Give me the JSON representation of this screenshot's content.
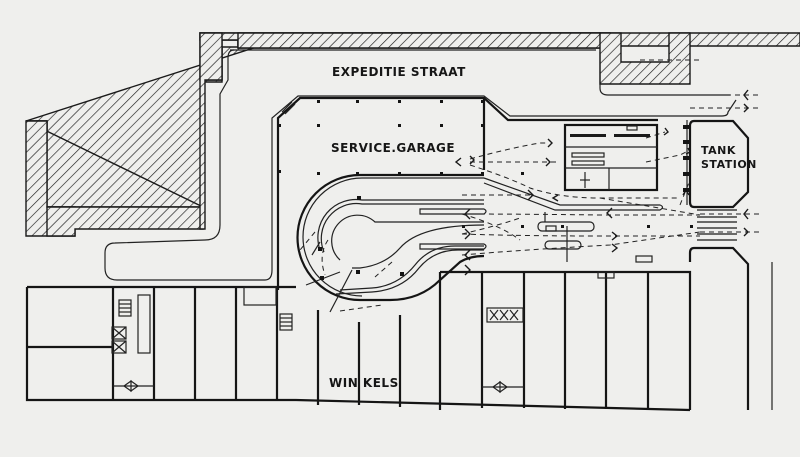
{
  "drawing": {
    "type": "architectural floor plan",
    "labels": {
      "street": "EXPEDITIE STRAAT",
      "garage": "SERVICE.GARAGE",
      "tank_line1": "TANK",
      "tank_line2": "STATION",
      "shops": "WIN KELS"
    },
    "colors": {
      "paper": "#efefed",
      "ink": "#1a1a1a"
    }
  }
}
